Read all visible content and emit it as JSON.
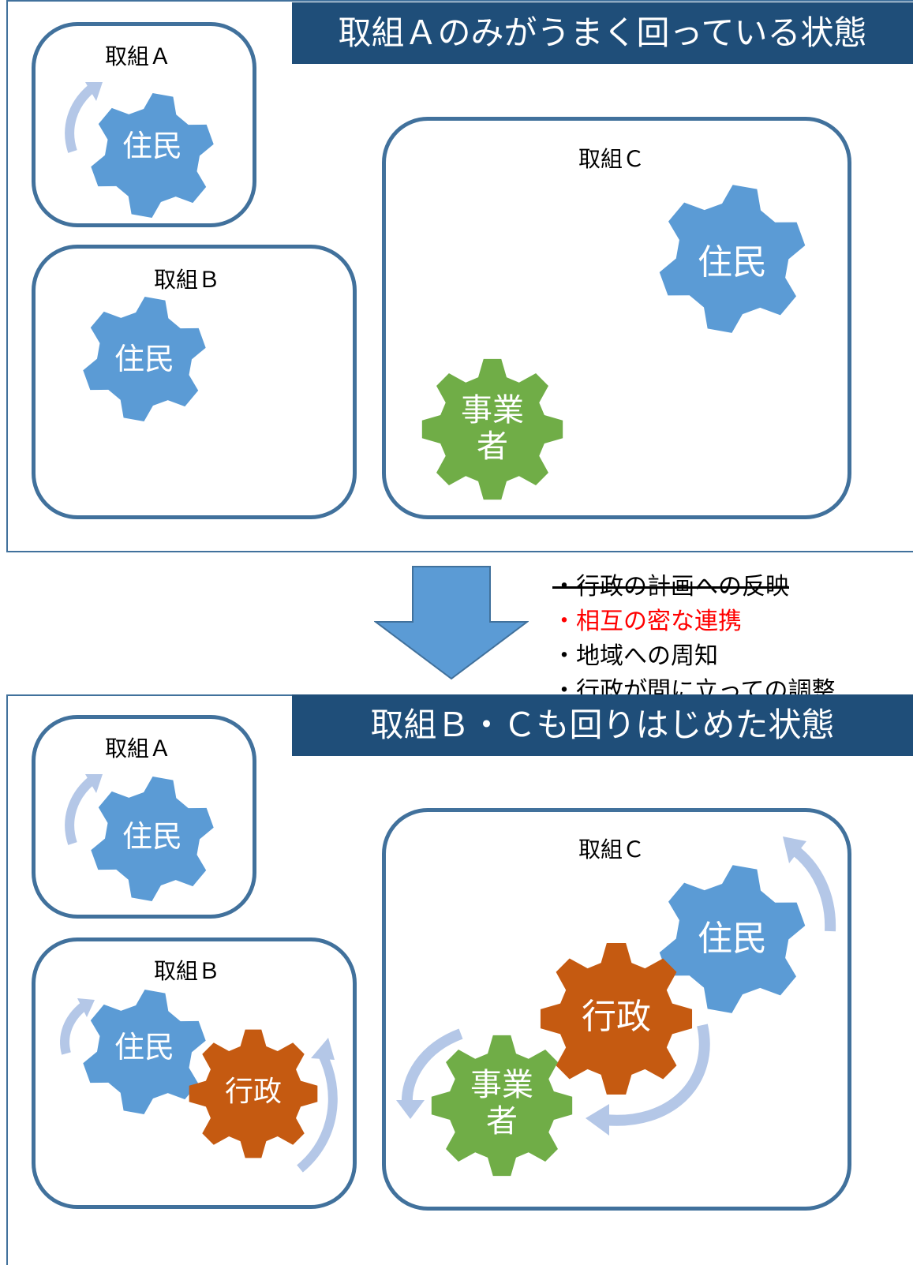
{
  "colors": {
    "resident": "#5B9BD5",
    "business": "#70AD47",
    "admin": "#C55A11",
    "banner": "#1F4E79",
    "box_border": "#41719C",
    "rotation_arrow": "#B4C7E7",
    "transition_arrow": "#5B9BD5",
    "highlight": "#FF0000"
  },
  "top": {
    "banner": "取組Ａのみがうまく回っている状態",
    "box_a": {
      "title": "取組Ａ",
      "gear": "住民"
    },
    "box_b": {
      "title": "取組Ｂ",
      "gear": "住民"
    },
    "box_c": {
      "title": "取組Ｃ",
      "gear_resident": "住民",
      "gear_business_line1": "事業",
      "gear_business_line2": "者"
    }
  },
  "notes": [
    {
      "text": "・行政の計画への反映",
      "style": "strikethrough"
    },
    {
      "text": "・相互の密な連携",
      "style": "red"
    },
    {
      "text": "・地域への周知",
      "style": "normal"
    },
    {
      "text": "・行政が間に立っての調整",
      "style": "normal"
    }
  ],
  "bottom": {
    "banner": "取組Ｂ・Ｃも回りはじめた状態",
    "box_a": {
      "title": "取組Ａ",
      "gear": "住民"
    },
    "box_b": {
      "title": "取組Ｂ",
      "gear_resident": "住民",
      "gear_admin": "行政"
    },
    "box_c": {
      "title": "取組Ｃ",
      "gear_resident": "住民",
      "gear_admin": "行政",
      "gear_business_line1": "事業",
      "gear_business_line2": "者"
    }
  }
}
